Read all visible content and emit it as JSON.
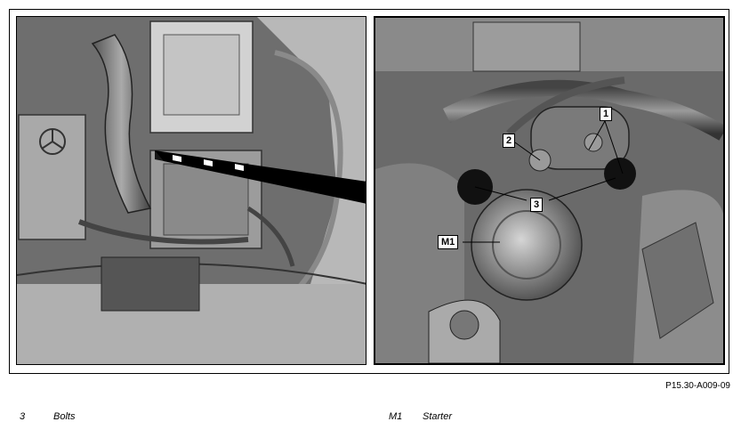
{
  "figure": {
    "reference_code": "P15.30-A009-09",
    "callouts": [
      {
        "id": "1",
        "label": "1"
      },
      {
        "id": "2",
        "label": "2"
      },
      {
        "id": "3",
        "label": "3"
      },
      {
        "id": "M1",
        "label": "M1"
      }
    ]
  },
  "legend": [
    {
      "number": "3",
      "text": "Bolts"
    },
    {
      "number": "M1",
      "text": "Starter"
    }
  ]
}
